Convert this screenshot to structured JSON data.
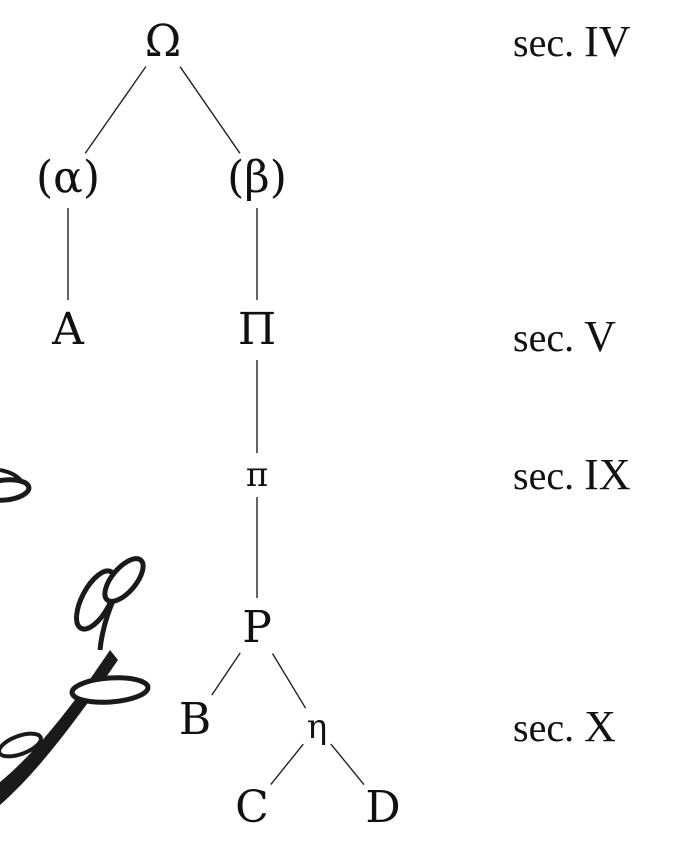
{
  "stemma": {
    "nodes": [
      {
        "id": "omega",
        "label": "Ω"
      },
      {
        "id": "alpha",
        "label": "(α)"
      },
      {
        "id": "beta",
        "label": "(β)"
      },
      {
        "id": "A",
        "label": "A"
      },
      {
        "id": "Pi",
        "label": "Π"
      },
      {
        "id": "pi",
        "label": "π"
      },
      {
        "id": "P",
        "label": "P"
      },
      {
        "id": "B",
        "label": "B"
      },
      {
        "id": "eta",
        "label": "η"
      },
      {
        "id": "C",
        "label": "C"
      },
      {
        "id": "D",
        "label": "D"
      }
    ],
    "edges": [
      [
        "omega",
        "alpha"
      ],
      [
        "omega",
        "beta"
      ],
      [
        "alpha",
        "A"
      ],
      [
        "beta",
        "Pi"
      ],
      [
        "Pi",
        "pi"
      ],
      [
        "pi",
        "P"
      ],
      [
        "P",
        "B"
      ],
      [
        "P",
        "eta"
      ],
      [
        "eta",
        "C"
      ],
      [
        "eta",
        "D"
      ]
    ]
  },
  "centuries": [
    {
      "prefix": "sec.",
      "numeral": "IV"
    },
    {
      "prefix": "sec.",
      "numeral": "V"
    },
    {
      "prefix": "sec.",
      "numeral": "IX"
    },
    {
      "prefix": "sec.",
      "numeral": "X"
    }
  ],
  "decoration": {
    "icon": "olive-branch-icon",
    "color": "#1a1a1a"
  }
}
